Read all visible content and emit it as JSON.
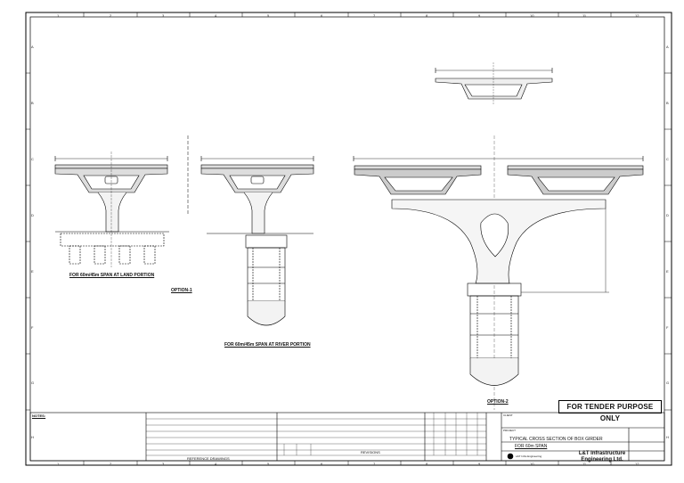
{
  "grid": {
    "columns": [
      "1",
      "2",
      "3",
      "4",
      "5",
      "6",
      "7",
      "8",
      "9",
      "10",
      "11",
      "12"
    ],
    "rows": [
      "A",
      "B",
      "C",
      "D",
      "E",
      "F",
      "G",
      "H"
    ]
  },
  "labels": {
    "land_portion": "FOR 60m/45m SPAN AT LAND PORTION",
    "option1": "OPTION-1",
    "river_portion": "FOR 60m/45m SPAN AT RIVER PORTION",
    "option2": "OPTION-2",
    "tender": "FOR TENDER PURPOSE ONLY",
    "notes": "NOTES:",
    "reference_drawings": "REFERENCE DRAWINGS",
    "revisions": "REVISIONS",
    "title_line1": "TYPICAL CROSS SECTION OF BOX GIRDER",
    "title_line2": "FOR 60m SPAN",
    "company_short": "L&T Infra Engineering",
    "company_name": "L&T Infrastructure Engineering Ltd.",
    "client": "CLIENT",
    "project": "PROJECT"
  }
}
